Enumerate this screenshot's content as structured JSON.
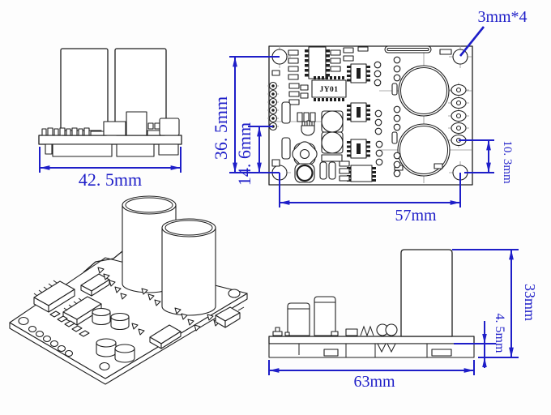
{
  "colors": {
    "dimension_blue": "#1e1ec8",
    "line_black": "#1f1f1f",
    "centerline_gray": "#909090",
    "background": "#fdfdfd"
  },
  "views": {
    "front": {
      "width_dim": "42. 5mm"
    },
    "top": {
      "mount_hole_note": "3mm*4",
      "height_dim": "36. 5mm",
      "pad_row_dim": "14. 6mm",
      "width_dim": "57mm",
      "pad_to_hole_dim": "10. 3mm",
      "chip_label": "JY01"
    },
    "side": {
      "width_dim": "63mm",
      "height_dim": "33mm",
      "under_board_dim": "4. 5mm"
    }
  }
}
